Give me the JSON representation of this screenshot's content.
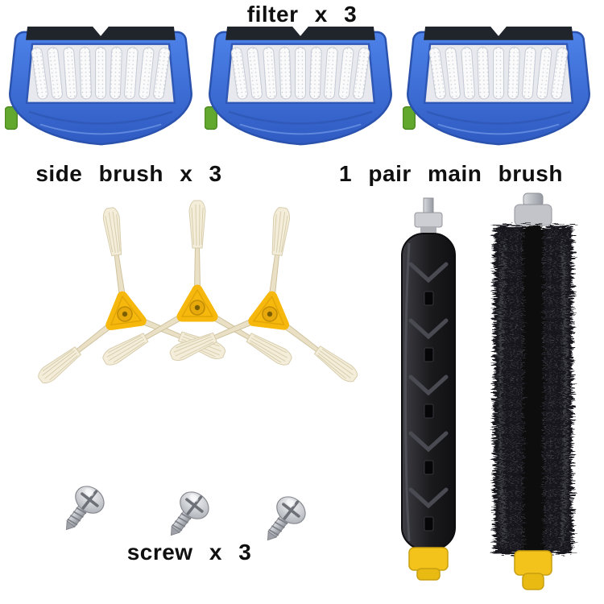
{
  "page": {
    "background": "#ffffff"
  },
  "labels": {
    "filter": "filter x 3",
    "side_brush": "side brush x 3",
    "main_brush": "1 pair main brush",
    "screw": "screw x 3"
  },
  "colors": {
    "filter_blue": "#3b6ed5",
    "filter_blue_dark": "#2a52ad",
    "filter_mesh": "#e7e9ef",
    "latch_green": "#62a82e",
    "top_strip_dark": "#20242b",
    "hub_yellow": "#f6b80c",
    "bristle_cream": "#f3edda",
    "brush_black": "#18181b",
    "cap_yellow": "#f3c31c",
    "screw_silver": "#b6b9bf"
  }
}
